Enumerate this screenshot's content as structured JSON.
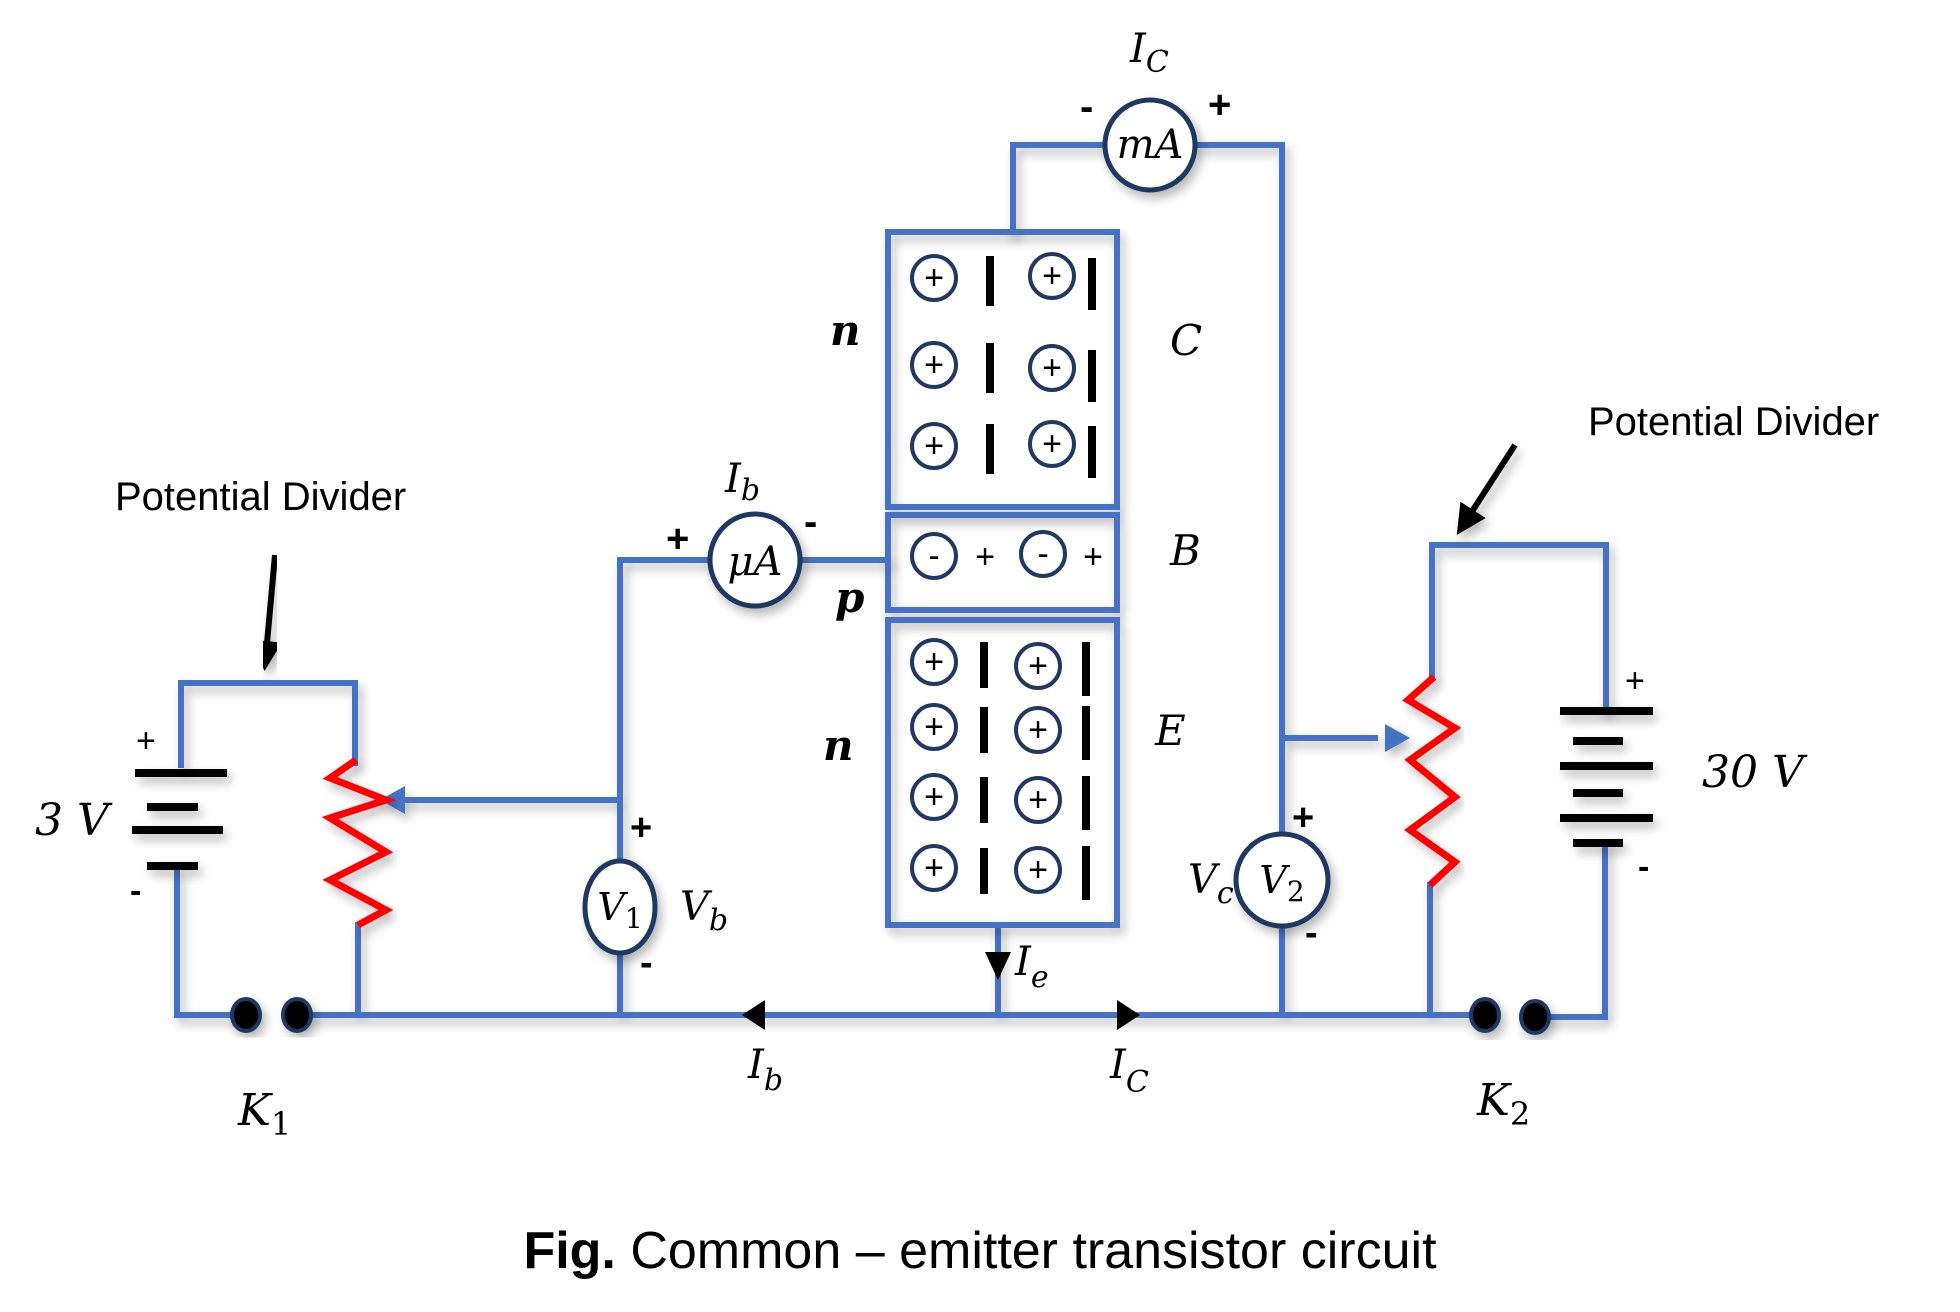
{
  "caption": {
    "prefix": "Fig.",
    "text": " Common – emitter transistor circuit"
  },
  "annotations": {
    "left_divider": "Potential Divider",
    "right_divider": "Potential Divider"
  },
  "batteries": {
    "left": {
      "value": "3 V",
      "plus": "+",
      "minus": "-"
    },
    "right": {
      "value": "30 V",
      "plus": "+",
      "minus": "-"
    }
  },
  "keys": {
    "left": {
      "label": "K",
      "sub": "1"
    },
    "right": {
      "label": "K",
      "sub": "2"
    }
  },
  "meters": {
    "micro_ammeter": {
      "symbol": "μA",
      "current_label": "I",
      "current_sub": "b",
      "plus": "+",
      "minus": "-"
    },
    "milli_ammeter": {
      "symbol": "mA",
      "current_label": "I",
      "current_sub": "C",
      "plus": "+",
      "minus": "-"
    },
    "voltmeter_1": {
      "symbol": "V",
      "sub": "1",
      "label": "V",
      "label_sub": "b",
      "plus": "+",
      "minus": "-"
    },
    "voltmeter_2": {
      "symbol": "V",
      "sub": "2",
      "label": "V",
      "label_sub": "c",
      "plus": "+",
      "minus": "-"
    }
  },
  "transistor": {
    "collector": {
      "type": "n",
      "terminal": "C",
      "carriers": "+"
    },
    "base": {
      "type": "p",
      "terminal": "B",
      "carriers": "-",
      "holes": "+"
    },
    "emitter": {
      "type": "n",
      "terminal": "E",
      "carriers": "+"
    }
  },
  "currents": {
    "emitter": {
      "label": "I",
      "sub": "e"
    },
    "base": {
      "label": "I",
      "sub": "b"
    },
    "collector": {
      "label": "I",
      "sub": "C"
    }
  },
  "colors": {
    "wire": "#4472C4",
    "resistor": "#FF0000",
    "meter_outline": "#1F3864"
  }
}
